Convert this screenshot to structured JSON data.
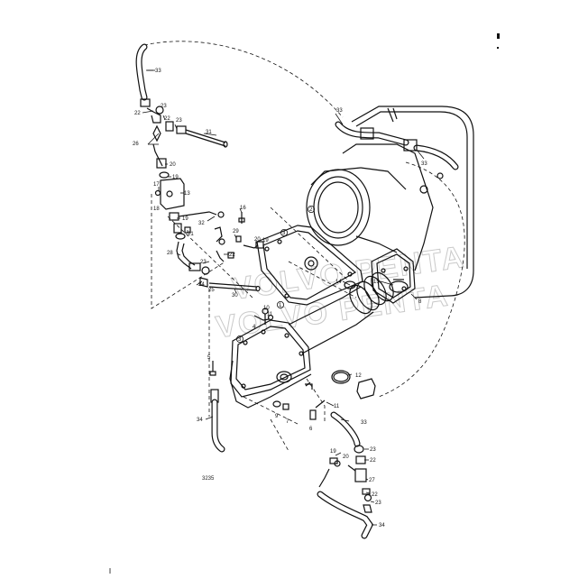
{
  "figure_number": "3235",
  "watermark": [
    "VOLVO PENTA",
    "VOLVO PENTA"
  ],
  "labels": [
    {
      "id": "33a",
      "text": "33"
    },
    {
      "id": "22a",
      "text": "22"
    },
    {
      "id": "23a",
      "text": "23"
    },
    {
      "id": "22b",
      "text": "22"
    },
    {
      "id": "23b",
      "text": "23"
    },
    {
      "id": "31",
      "text": "31"
    },
    {
      "id": "26",
      "text": "26"
    },
    {
      "id": "20a",
      "text": "20"
    },
    {
      "id": "19a",
      "text": "19"
    },
    {
      "id": "17",
      "text": "17"
    },
    {
      "id": "13",
      "text": "13"
    },
    {
      "id": "18",
      "text": "18"
    },
    {
      "id": "19b",
      "text": "19"
    },
    {
      "id": "32",
      "text": "32"
    },
    {
      "id": "16",
      "text": "16"
    },
    {
      "id": "21",
      "text": "21"
    },
    {
      "id": "29",
      "text": "29"
    },
    {
      "id": "20b",
      "text": "20"
    },
    {
      "id": "19c",
      "text": "19"
    },
    {
      "id": "28",
      "text": "28"
    },
    {
      "id": "23c",
      "text": "23"
    },
    {
      "id": "22c",
      "text": "22"
    },
    {
      "id": "24",
      "text": "24"
    },
    {
      "id": "25",
      "text": "25"
    },
    {
      "id": "30",
      "text": "30"
    },
    {
      "id": "33b",
      "text": "33"
    },
    {
      "id": "33c",
      "text": "33"
    },
    {
      "id": "2",
      "text": "2"
    },
    {
      "id": "3a",
      "text": "3"
    },
    {
      "id": "14",
      "text": "14"
    },
    {
      "id": "15",
      "text": "15"
    },
    {
      "id": "8",
      "text": "8"
    },
    {
      "id": "1",
      "text": "1"
    },
    {
      "id": "10",
      "text": "10"
    },
    {
      "id": "11a",
      "text": "11"
    },
    {
      "id": "4",
      "text": "4"
    },
    {
      "id": "3b",
      "text": "3"
    },
    {
      "id": "5",
      "text": "5"
    },
    {
      "id": "12",
      "text": "12"
    },
    {
      "id": "9",
      "text": "9"
    },
    {
      "id": "7",
      "text": "7"
    },
    {
      "id": "11b",
      "text": "11"
    },
    {
      "id": "6",
      "text": "6"
    },
    {
      "id": "34a",
      "text": "34"
    },
    {
      "id": "33d",
      "text": "33"
    },
    {
      "id": "23d",
      "text": "23"
    },
    {
      "id": "22d",
      "text": "22"
    },
    {
      "id": "19d",
      "text": "19"
    },
    {
      "id": "20c",
      "text": "20"
    },
    {
      "id": "27",
      "text": "27"
    },
    {
      "id": "22e",
      "text": "22"
    },
    {
      "id": "23e",
      "text": "23"
    },
    {
      "id": "34b",
      "text": "34"
    }
  ]
}
